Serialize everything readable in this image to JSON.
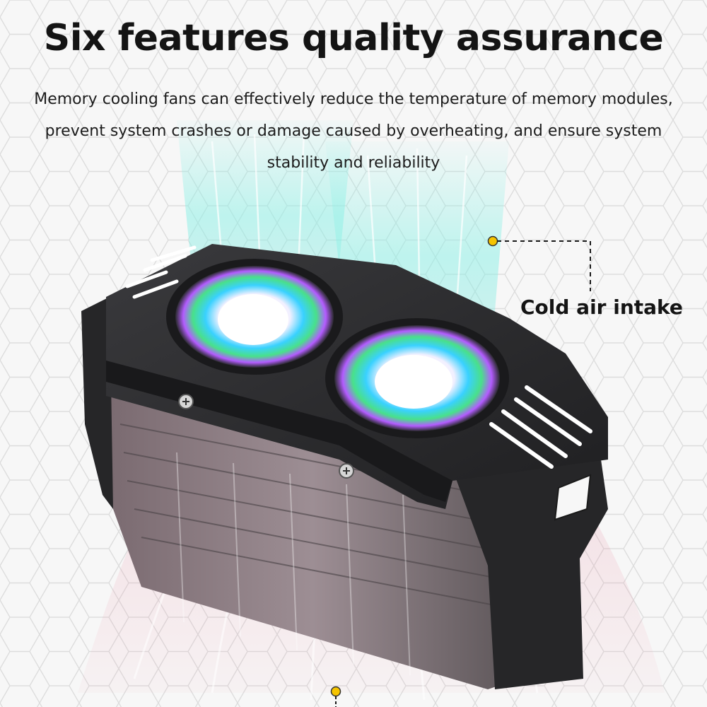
{
  "header": {
    "title": "Six features quality assurance",
    "description": "Memory cooling fans can effectively reduce the temperature of memory modules, prevent system crashes or damage caused by overheating, and ensure system stability and reliability"
  },
  "callouts": [
    {
      "label": "Cold air intake"
    }
  ],
  "colors": {
    "cold_air": "#8ff0e6",
    "hot_air": "#e88aa0",
    "housing": "#2b2b2d",
    "accent_dot": "#f5c400"
  },
  "icons": [
    "fan-icon",
    "screw-icon",
    "callout-dot-icon"
  ]
}
